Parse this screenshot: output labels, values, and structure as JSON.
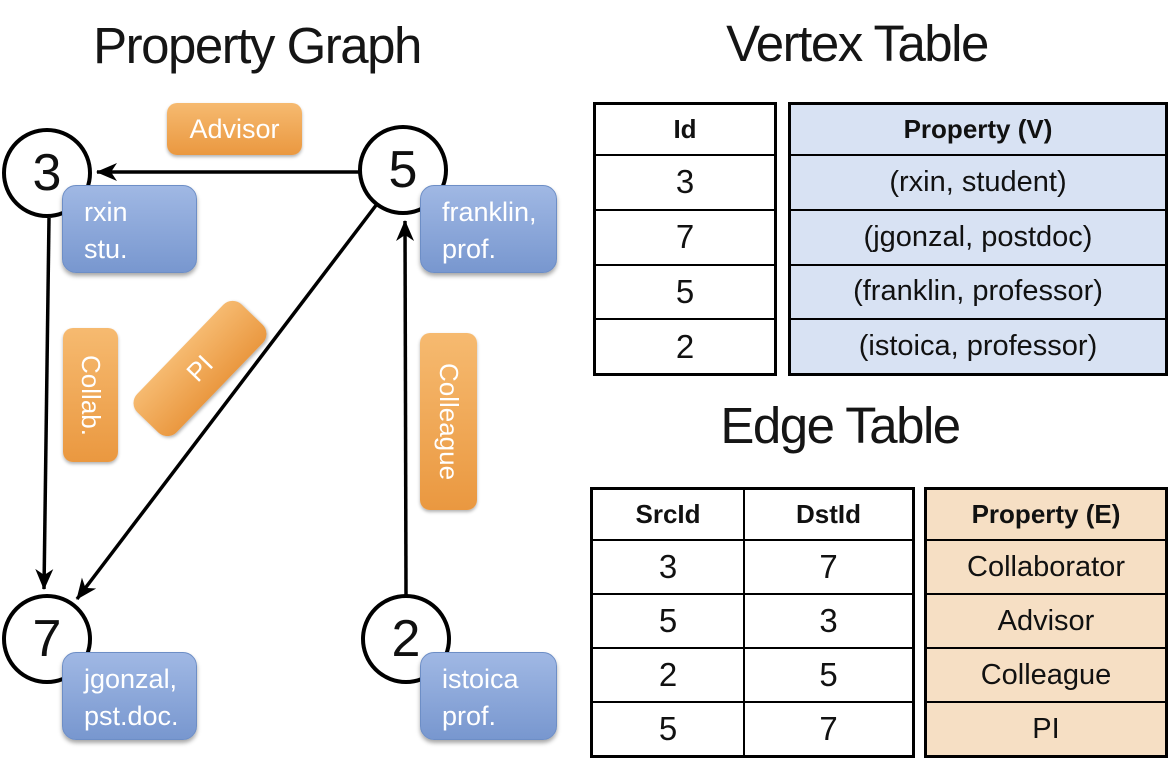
{
  "titles": {
    "graph": "Property Graph",
    "vertex_table": "Vertex Table",
    "edge_table": "Edge Table"
  },
  "graph": {
    "vertices": [
      {
        "id": "3",
        "prop_line1": "rxin",
        "prop_line2": "stu."
      },
      {
        "id": "5",
        "prop_line1": "franklin,",
        "prop_line2": "prof."
      },
      {
        "id": "7",
        "prop_line1": "jgonzal,",
        "prop_line2": "pst.doc."
      },
      {
        "id": "2",
        "prop_line1": "istoica",
        "prop_line2": "prof."
      }
    ],
    "edge_labels": {
      "advisor": "Advisor",
      "collab": "Collab.",
      "pi": "PI",
      "colleague": "Colleague"
    },
    "edges": [
      {
        "src": "5",
        "dst": "3",
        "label": "Advisor"
      },
      {
        "src": "3",
        "dst": "7",
        "label": "Collab."
      },
      {
        "src": "5",
        "dst": "7",
        "label": "PI"
      },
      {
        "src": "2",
        "dst": "5",
        "label": "Colleague"
      }
    ]
  },
  "vertex_table": {
    "headers": [
      "Id",
      "Property (V)"
    ],
    "rows": [
      [
        "3",
        "(rxin, student)"
      ],
      [
        "7",
        "(jgonzal, postdoc)"
      ],
      [
        "5",
        "(franklin, professor)"
      ],
      [
        "2",
        "(istoica, professor)"
      ]
    ]
  },
  "edge_table": {
    "headers": [
      "SrcId",
      "DstId",
      "Property (E)"
    ],
    "rows": [
      [
        "3",
        "7",
        "Collaborator"
      ],
      [
        "5",
        "3",
        "Advisor"
      ],
      [
        "2",
        "5",
        "Colleague"
      ],
      [
        "5",
        "7",
        "PI"
      ]
    ]
  },
  "colors": {
    "edge_label_top": "#f6ba70",
    "edge_label_bottom": "#ea9840",
    "vertex_label_top": "#a0b8e4",
    "vertex_label_bottom": "#7897cf",
    "vertex_cell_fill": "#d8e2f3",
    "edge_cell_fill": "#f6dfc4",
    "line_color": "#000000"
  }
}
